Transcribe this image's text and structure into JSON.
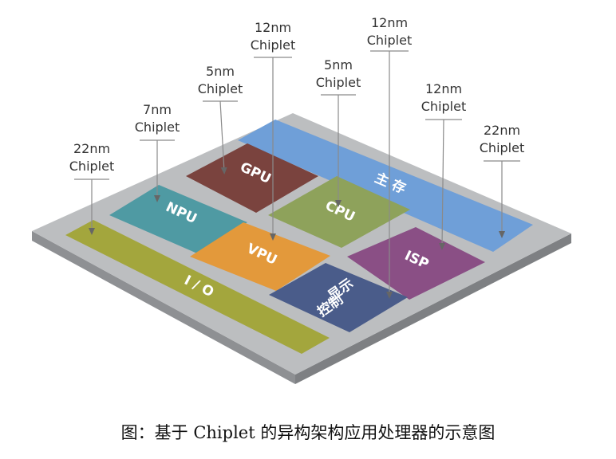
{
  "blocks": {
    "gpu": "GPU",
    "npu": "NPU",
    "cpu": "CPU",
    "vpu": "VPU",
    "isp": "ISP",
    "io": "I / O",
    "memory": "主 存",
    "display_line1": "显示",
    "display_line2": "控制"
  },
  "labels": {
    "io_node": "22nm",
    "npu_node": "7nm",
    "gpu_node": "5nm",
    "vpu_node": "12nm",
    "cpu_node": "5nm",
    "display_node": "12nm",
    "isp_node": "12nm",
    "memory_node": "22nm",
    "chiplet": "Chiplet"
  },
  "caption": "图：基于 Chiplet 的异构架构应用处理器的示意图",
  "colors": {
    "substrate_top": "#bcbec0",
    "substrate_side": "#8e9093",
    "memory": "#6f9fd8",
    "gpu": "#7a433e",
    "npu": "#4f9aa3",
    "cpu": "#8ea25b",
    "vpu": "#e3993b",
    "isp": "#8a4f85",
    "display": "#4a5c8a",
    "io": "#a3a63d"
  }
}
